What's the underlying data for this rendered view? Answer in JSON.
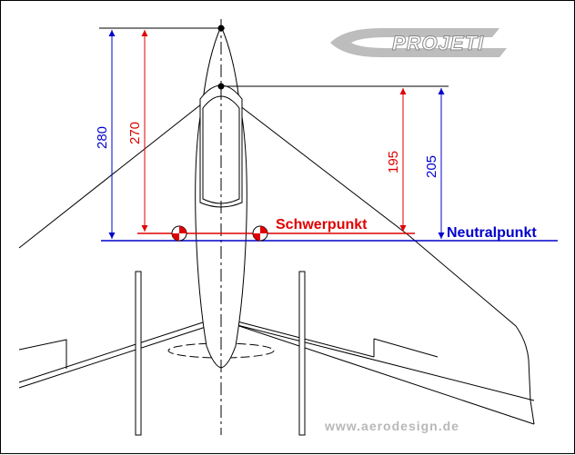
{
  "logo": {
    "text": "PROJETI"
  },
  "dimensions": {
    "d280": "280",
    "d270": "270",
    "d195": "195",
    "d205": "205"
  },
  "labels": {
    "schwerpunkt": "Schwerpunkt",
    "neutralpunkt": "Neutralpunkt"
  },
  "watermark": "www.aerodesign.de",
  "colors": {
    "red": "#e00000",
    "blue": "#0000cc",
    "line": "#000000",
    "gray": "#b8b8b8"
  }
}
